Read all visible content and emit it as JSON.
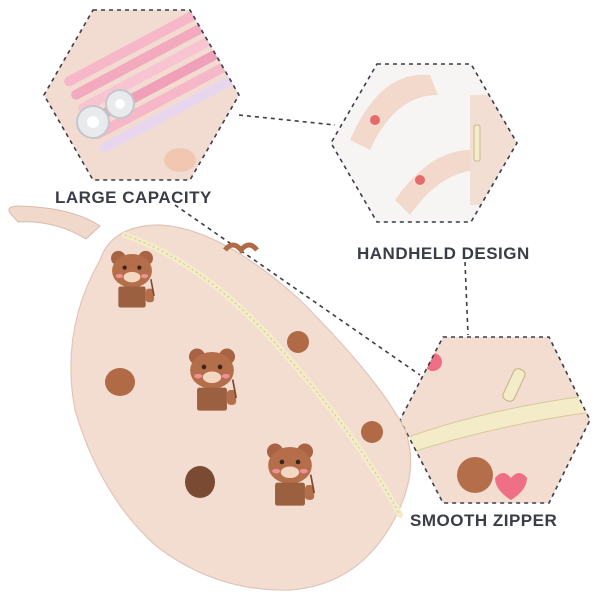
{
  "features": [
    {
      "label": "LARGE CAPACITY",
      "icon": "open-pouch-with-pens-image"
    },
    {
      "label": "HANDHELD DESIGN",
      "icon": "pouch-handle-strap-image"
    },
    {
      "label": "SMOOTH ZIPPER",
      "icon": "zipper-pull-closeup-image"
    }
  ],
  "colors": {
    "pouch_fabric": "#f2ddd0",
    "bear_brown": "#b06a45",
    "zipper_cream": "#f4ebc8",
    "hex_border": "#3a3d48",
    "caption_text": "#3a3d48"
  }
}
